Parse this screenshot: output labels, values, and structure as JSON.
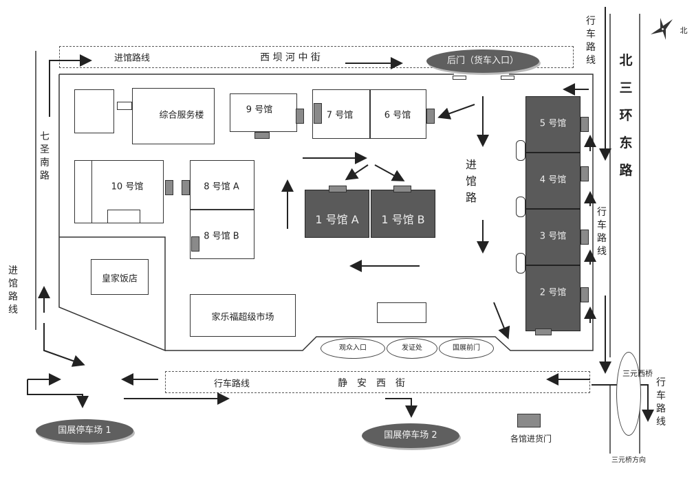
{
  "north_label": "北",
  "streets": {
    "top_street": "西 坝 河 中 街",
    "bottom_street": "静　安　西　街",
    "left_road": "七圣南路",
    "right_road": "北三环东路",
    "inner_road": "进馆路",
    "sanyuan_bridge": "三元西桥",
    "sanyuan_direction": "三元桥方向"
  },
  "route_labels": {
    "top_entry": "进馆路线",
    "left_entry": "进馆路线",
    "bottom_route": "行车路线",
    "right_top_route": "行车路线",
    "right_mid_route": "行车路线",
    "right_bottom_route": "行车路线"
  },
  "buildings": {
    "service": "综合服务楼",
    "hall9": "9 号馆",
    "hall7": "7 号馆",
    "hall6": "6 号馆",
    "hall10": "10 号馆",
    "hall8a": "8 号馆 A",
    "hall8b": "8 号馆 B",
    "hall1a": "1 号馆 A",
    "hall1b": "1 号馆 B",
    "hall5": "5 号馆",
    "hall4": "4 号馆",
    "hall3": "3 号馆",
    "hall2": "2 号馆",
    "restaurant": "皇家饭店",
    "supermarket": "家乐福超级市场"
  },
  "gates": {
    "back_gate": "后门（货车入口）",
    "visitor_entrance": "观众入口",
    "certificate": "发证处",
    "front_gate": "国展前门"
  },
  "parking": {
    "lot1": "国展停车场 1",
    "lot2": "国展停车场 2"
  },
  "legend": {
    "loading_door": "各馆进货门"
  },
  "colors": {
    "dark_hall": "#5a5a5a",
    "loading_door": "#8a8a8a",
    "line": "#333333"
  }
}
